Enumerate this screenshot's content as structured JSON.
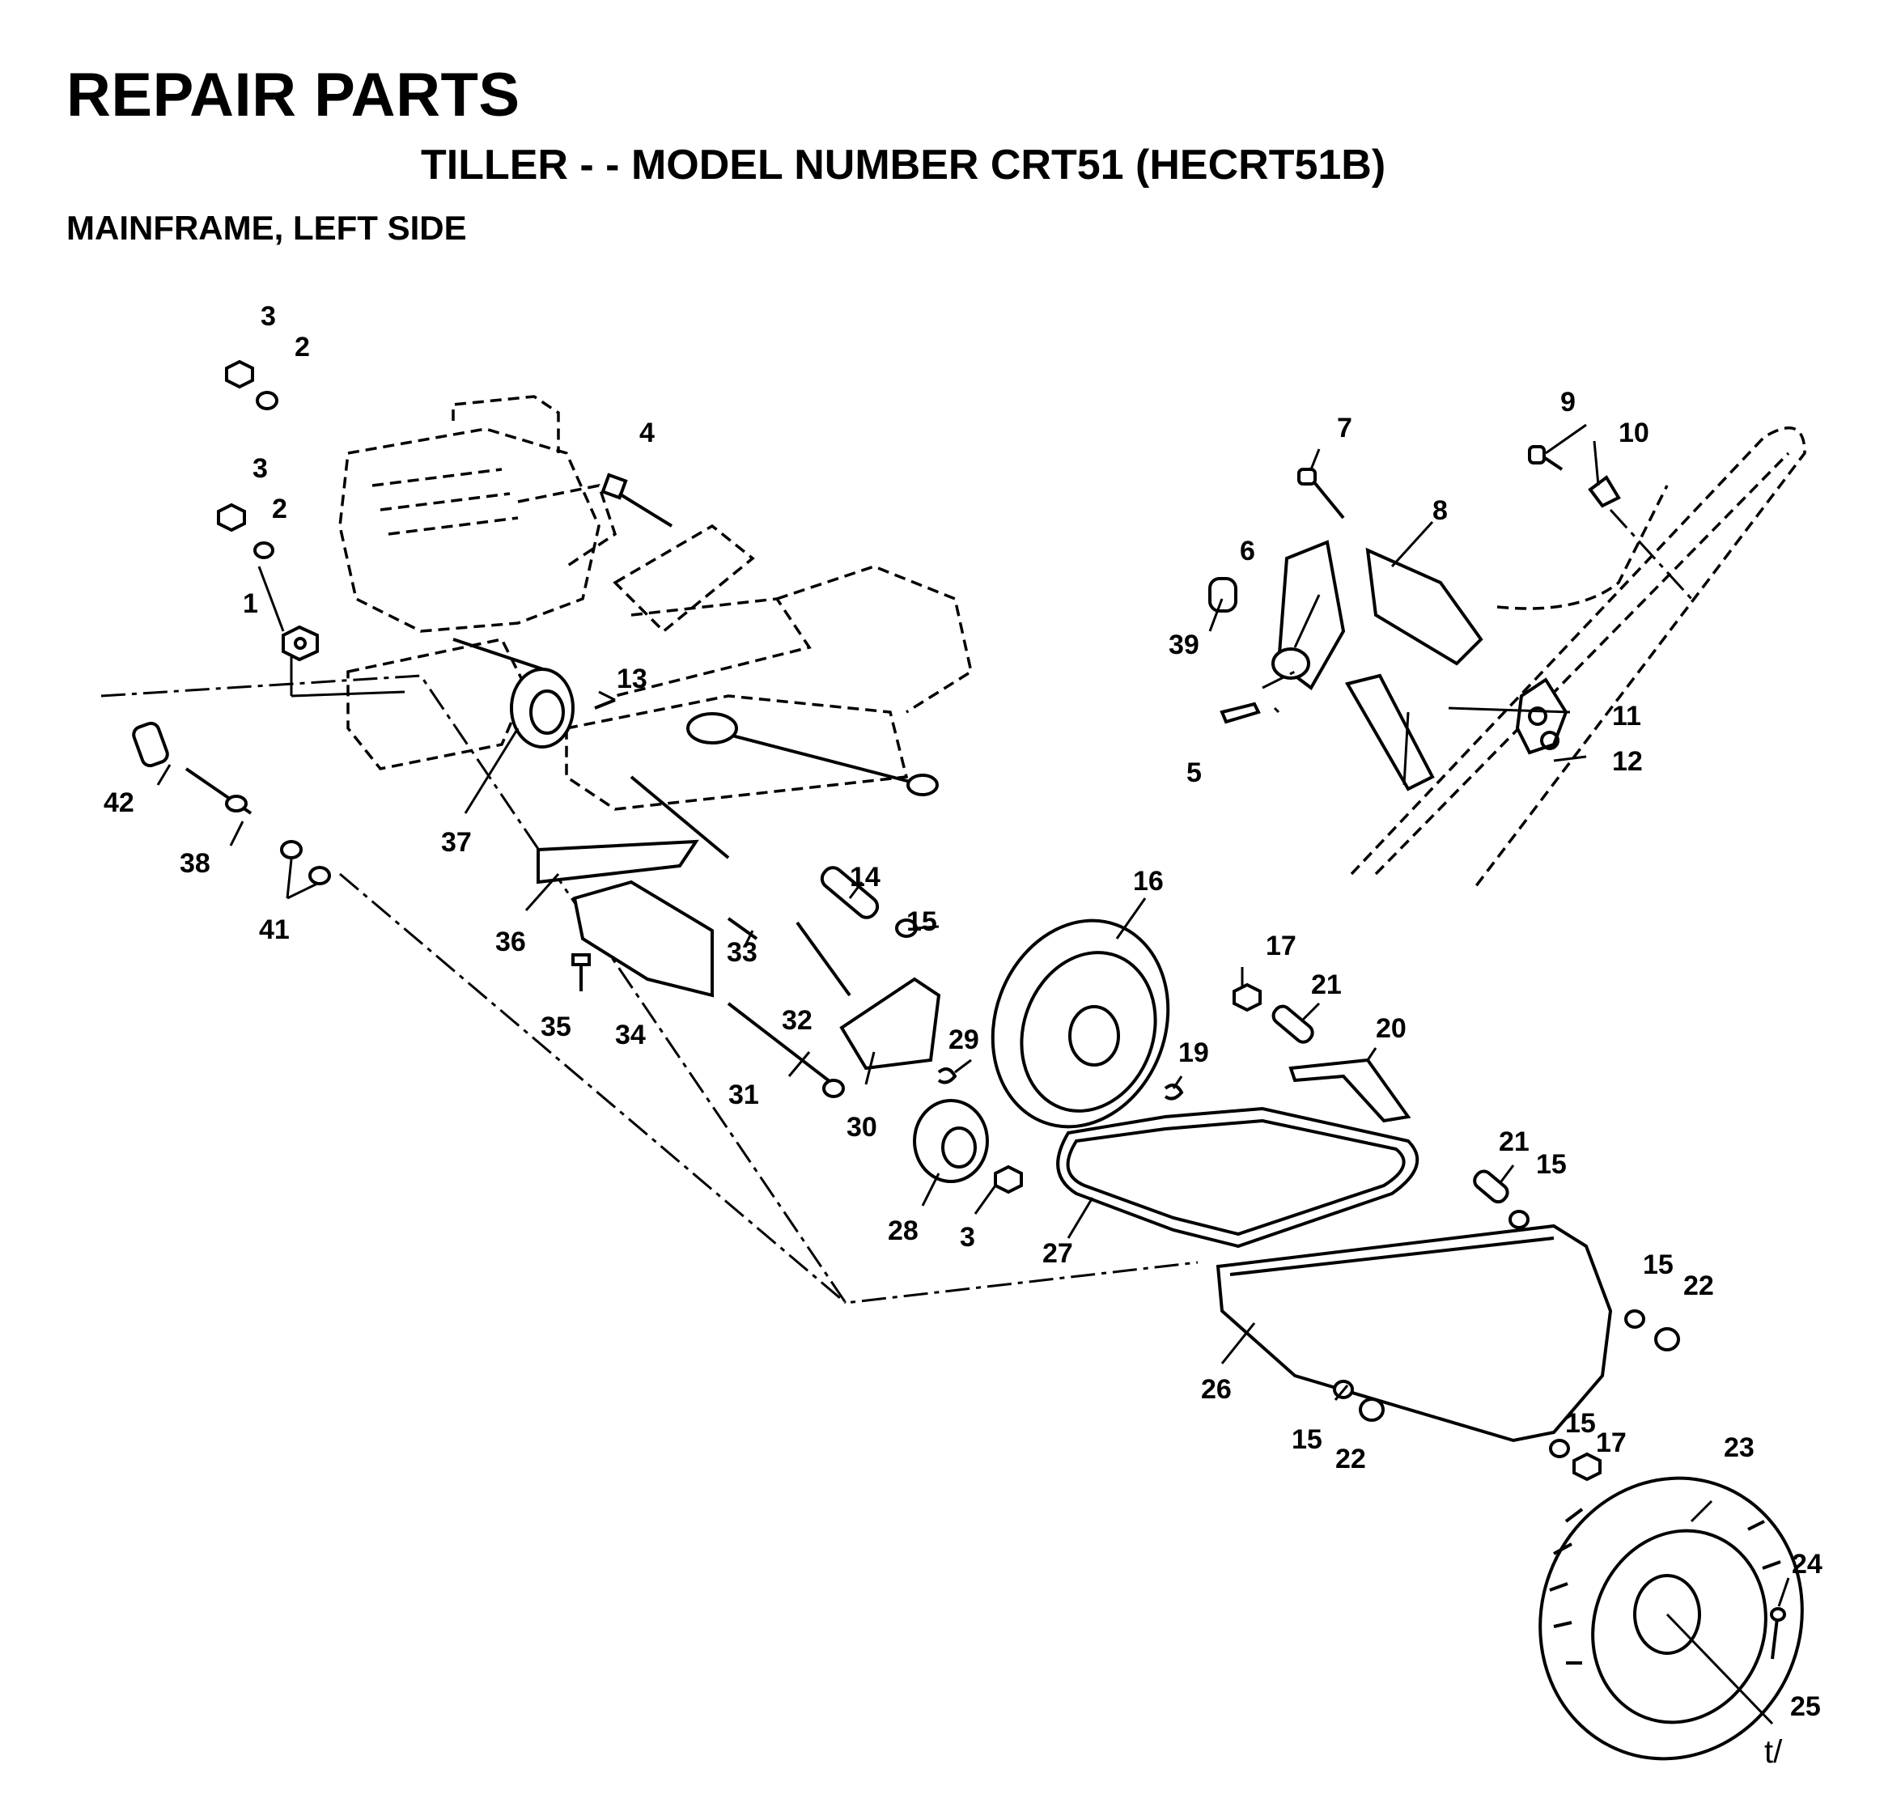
{
  "header": {
    "title": "REPAIR PARTS",
    "subtitle": "TILLER - - MODEL NUMBER CRT51 (HECRT51B)",
    "section": "MAINFRAME, LEFT SIDE"
  },
  "labels": {
    "p1": "1",
    "p2a": "2",
    "p2b": "2",
    "p3a": "3",
    "p3b": "3",
    "p3c": "3",
    "p4": "4",
    "p5": "5",
    "p6": "6",
    "p7": "7",
    "p8": "8",
    "p9": "9",
    "p10": "10",
    "p11": "11",
    "p12": "12",
    "p13": "13",
    "p14": "14",
    "p15a": "15",
    "p15b": "15",
    "p15c": "15",
    "p15d": "15",
    "p15e": "15",
    "p16": "16",
    "p17a": "17",
    "p17b": "17",
    "p19": "19",
    "p20": "20",
    "p21a": "21",
    "p21b": "21",
    "p22a": "22",
    "p22b": "22",
    "p23": "23",
    "p24": "24",
    "p25": "25",
    "p26": "26",
    "p27": "27",
    "p28": "28",
    "p29": "29",
    "p30": "30",
    "p31": "31",
    "p32": "32",
    "p33": "33",
    "p34": "34",
    "p35": "35",
    "p36": "36",
    "p37": "37",
    "p38": "38",
    "p39": "39",
    "p41": "41",
    "p42": "42"
  },
  "footnote": "t/"
}
